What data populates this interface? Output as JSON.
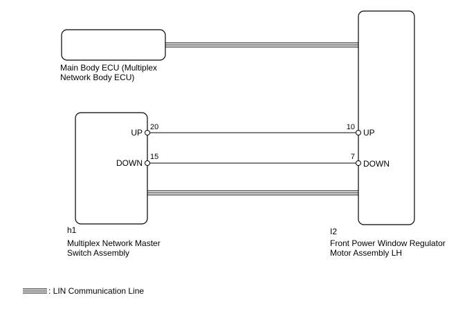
{
  "components": {
    "main_body_ecu": {
      "name_line1": "Main Body ECU (Multiplex",
      "name_line2": "Network Body ECU)"
    },
    "master_switch": {
      "code": "h1",
      "name_line1": "Multiplex Network Master",
      "name_line2": "Switch Assembly",
      "pins": {
        "up": {
          "number": "20",
          "label": "UP"
        },
        "down": {
          "number": "15",
          "label": "DOWN"
        }
      }
    },
    "regulator_motor": {
      "code": "I2",
      "name_line1": "Front Power Window Regulator",
      "name_line2": "Motor Assembly LH",
      "pins": {
        "up": {
          "number": "10",
          "label": "UP"
        },
        "down": {
          "number": "7",
          "label": "DOWN"
        }
      }
    }
  },
  "legend": {
    "text": ": LIN Communication Line"
  }
}
